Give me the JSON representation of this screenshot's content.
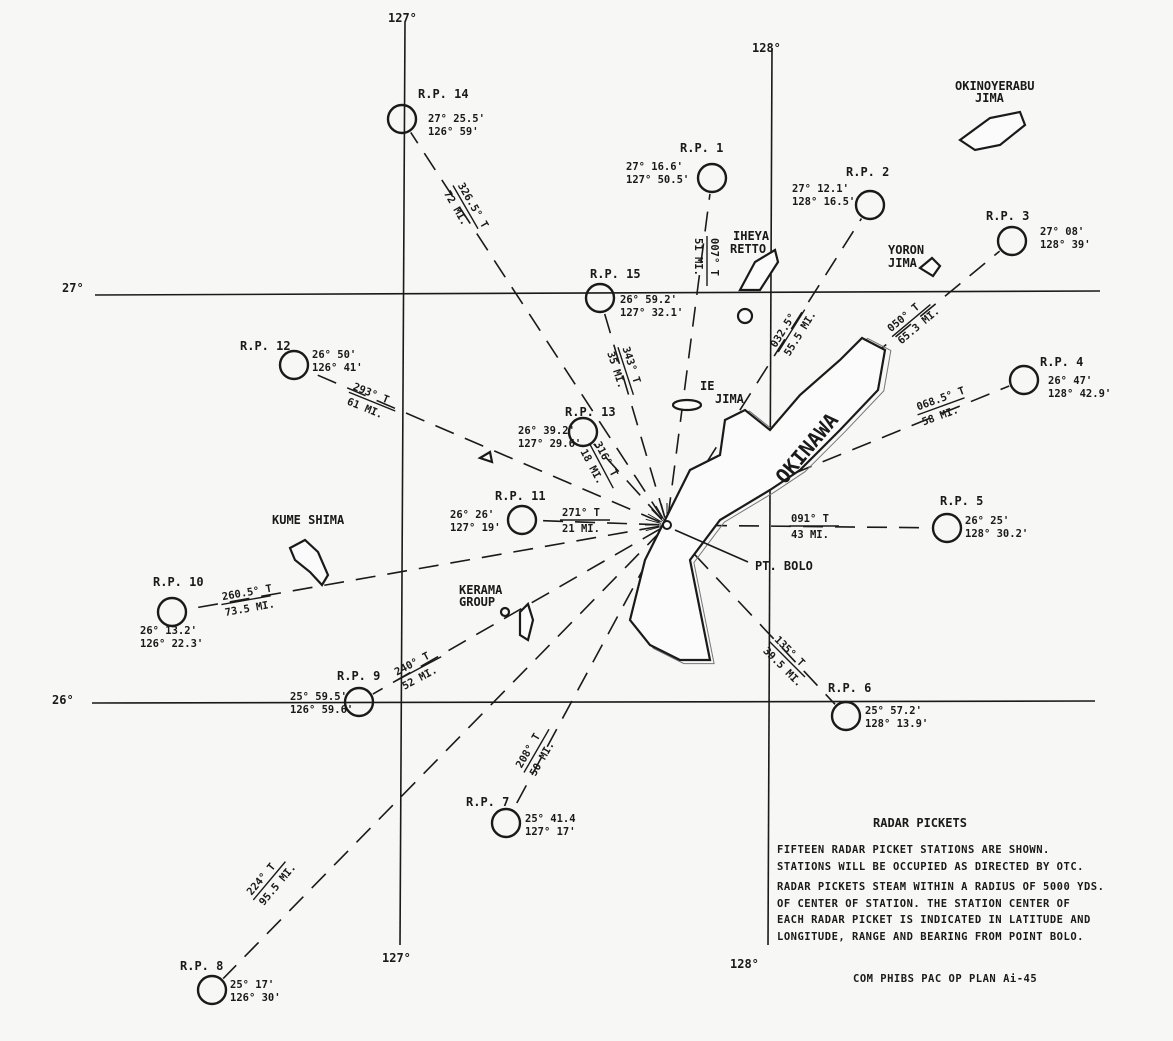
{
  "grid": {
    "lon_127_top": "127°",
    "lon_128_top": "128°",
    "lat_27": "27°",
    "lat_26": "26°",
    "lon_127_bottom": "127°",
    "lon_128_bottom": "128°"
  },
  "reference_point": {
    "name": "PT. BOLO"
  },
  "stations": [
    {
      "name": "R.P. 1",
      "lat": "27° 16.6'",
      "lon": "127° 50.5'",
      "bearing": "007° T",
      "range": "51 MI."
    },
    {
      "name": "R.P. 2",
      "lat": "27° 12.1'",
      "lon": "128° 16.5'",
      "bearing": "032.5°",
      "range": "55.5 MI."
    },
    {
      "name": "R.P. 3",
      "lat": "27° 08'",
      "lon": "128° 39'",
      "bearing": "050° T",
      "range": "65.3 MI."
    },
    {
      "name": "R.P. 4",
      "lat": "26° 47'",
      "lon": "128° 42.9'",
      "bearing": "068.5° T",
      "range": "58 MI."
    },
    {
      "name": "R.P. 5",
      "lat": "26° 25'",
      "lon": "128° 30.2'",
      "bearing": "091° T",
      "range": "43 MI."
    },
    {
      "name": "R.P. 6",
      "lat": "25° 57.2'",
      "lon": "128° 13.9'",
      "bearing": "135° T",
      "range": "39.5 MI."
    },
    {
      "name": "R.P. 7",
      "lat": "25° 41.4",
      "lon": "127° 17'",
      "bearing": "208° T",
      "range": "50 MI."
    },
    {
      "name": "R.P. 8",
      "lat": "25° 17'",
      "lon": "126° 30'",
      "bearing": "224° T",
      "range": "95.5 MI."
    },
    {
      "name": "R.P. 9",
      "lat": "25° 59.5'",
      "lon": "126° 59.6'",
      "bearing": "240° T",
      "range": "52 MI."
    },
    {
      "name": "R.P. 10",
      "lat": "26° 13.2'",
      "lon": "126° 22.3'",
      "bearing": "260.5° T",
      "range": "73.5 MI."
    },
    {
      "name": "R.P. 11",
      "lat": "26° 26'",
      "lon": "127° 19'",
      "bearing": "271° T",
      "range": "21 MI."
    },
    {
      "name": "R.P. 12",
      "lat": "26° 50'",
      "lon": "126° 41'",
      "bearing": "293° T",
      "range": "61 MI."
    },
    {
      "name": "R.P. 13",
      "lat": "26° 39.2'",
      "lon": "127° 29.6'",
      "bearing": "316° T",
      "range": "18 MI."
    },
    {
      "name": "R.P. 14",
      "lat": "27° 25.5'",
      "lon": "126° 59'",
      "bearing": "326.5° T",
      "range": "72 MI."
    },
    {
      "name": "R.P. 15",
      "lat": "26° 59.2'",
      "lon": "127° 32.1'",
      "bearing": "343° T",
      "range": "35 MI."
    }
  ],
  "islands": {
    "okinoyerabu": [
      "OKINOYERABU",
      "JIMA"
    ],
    "iheya": [
      "IHEYA",
      "RETTO"
    ],
    "yoron": [
      "YORON",
      "JIMA"
    ],
    "ie": [
      "IE",
      "JIMA"
    ],
    "okinawa": "OKINAWA",
    "kume": "KUME SHIMA",
    "kerama": [
      "KERAMA",
      "GROUP"
    ]
  },
  "legend": {
    "title": "RADAR PICKETS",
    "lines": [
      "FIFTEEN RADAR PICKET STATIONS ARE SHOWN.",
      "STATIONS WILL BE OCCUPIED AS DIRECTED BY OTC.",
      "RADAR PICKETS STEAM WITHIN A RADIUS OF 5000 YDS.",
      "OF CENTER OF STATION.  THE STATION CENTER OF",
      "EACH RADAR PICKET IS INDICATED IN LATITUDE AND",
      "LONGITUDE, RANGE AND BEARING FROM POINT BOLO."
    ],
    "source": "COM PHIBS PAC OP PLAN Ai-45"
  }
}
